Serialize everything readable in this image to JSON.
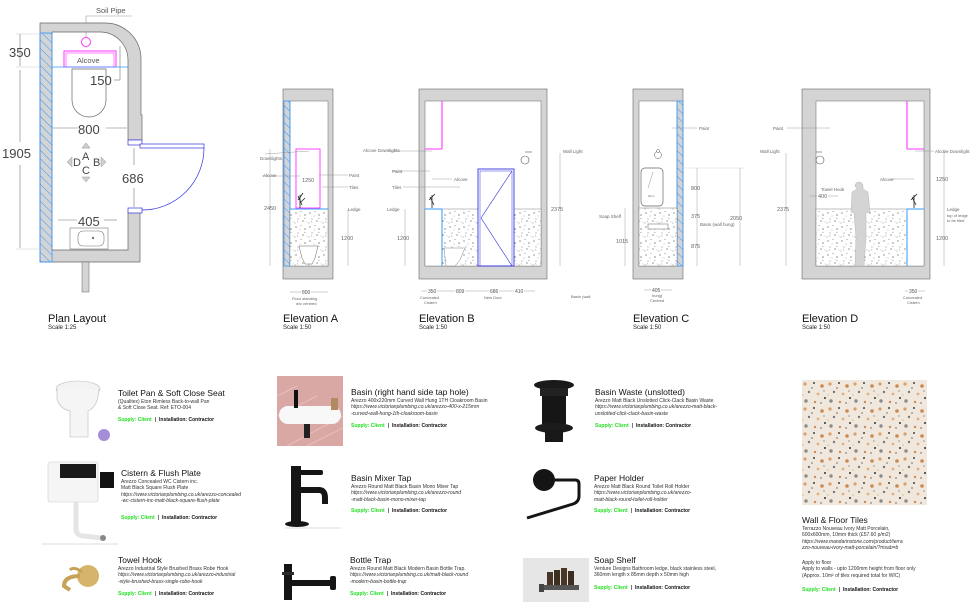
{
  "drawings": {
    "plan": {
      "title": "Plan Layout",
      "scale": "Scale 1:25",
      "labels": {
        "soil_pipe": "Soil Pipe",
        "alcove": "Alcove",
        "dim_350": "350",
        "dim_150": "150",
        "dim_800": "800",
        "dim_1905": "1905",
        "dim_686": "686",
        "dim_405": "405",
        "view_a": "A",
        "view_b": "B",
        "view_c": "C",
        "view_d": "D"
      }
    },
    "elevation_a": {
      "title": "Elevation A",
      "scale": "Scale 1:50",
      "labels": {
        "downlights": "Downlights",
        "alcove": "Alcove",
        "paint": "Paint",
        "tiles": "Tiles",
        "ledge": "Ledge",
        "dim_2450": "2450",
        "dim_1250": "1250",
        "dim_1200": "1200",
        "dim_800": "800",
        "note_1": "Floor standing",
        "note_2": "w/c centred"
      }
    },
    "elevation_b": {
      "title": "Elevation B",
      "scale": "Scale 1:50",
      "labels": {
        "alcove_downlights": "Alcove Downlights",
        "paint": "Paint",
        "alcove": "Alcove",
        "tiles": "Tiles",
        "ledge": "Ledge",
        "wall_light": "Wall Light",
        "dim_1200": "1200",
        "dim_2375": "2375",
        "dim_350": "350",
        "dim_809": "809",
        "dim_686": "686",
        "dim_410": "410",
        "concealed_1": "Concealed",
        "concealed_2": "Cistern",
        "new_door": "New Door",
        "basin_wall": "Basin (wall"
      }
    },
    "elevation_c": {
      "title": "Elevation C",
      "scale": "Scale 1:50",
      "labels": {
        "paint": "Paint",
        "mirror": "Mirror",
        "soap_shelf": "Soap Shelf",
        "basin_wall_hung": "Basin (wall hung)",
        "dim_800": "800",
        "dim_375": "375",
        "dim_875": "875",
        "dim_1015": "1015",
        "dim_2050": "2050",
        "dim_405": "405",
        "note_1": "hung)",
        "note_2": "Centred"
      }
    },
    "elevation_d": {
      "title": "Elevation D",
      "scale": "Scale 1:50",
      "labels": {
        "paint": "Paint",
        "wall_light": "Wall Light",
        "towel_hook": "Towel Hook",
        "dim_400": "400",
        "dim_2375": "2375",
        "alcove": "Alcove",
        "alcove_downlight": "Alcove Downlight",
        "dim_1250": "1250",
        "ledge": "Ledge",
        "ledge_note_1": "top of ledge",
        "ledge_note_2": "to be tiled",
        "dim_1200": "1200",
        "dim_350": "350",
        "concealed_1": "Concealed",
        "concealed_2": "Cistern"
      }
    }
  },
  "products": [
    {
      "name": "Toilet Pan & Soft Close Seat",
      "lines": [
        "(Qualitex) Eton Rimless Back-to-wall Pan",
        "& Soft Close Seat. Ref: ETO-004"
      ],
      "url_lines": [],
      "supply": "Supply: Client",
      "installation": "Installation: Contractor"
    },
    {
      "name": "Basin (right hand side tap hole)",
      "lines": [
        "Arezzo 400x220mm Curved Wall Hung 1TH Cloakroom Basin"
      ],
      "url_lines": [
        "https://www.victorianplumbing.co.uk/arezzo-400-x-215mm",
        "-curved-wall-hung-1th-cloakroom-basin"
      ],
      "supply": "Supply: Client",
      "installation": "Installation: Contractor"
    },
    {
      "name": "Basin Waste (unslotted)",
      "lines": [
        "Arezzo Matt Black Unslotted Click-Clack Basin Waste"
      ],
      "url_lines": [
        "https://www.victorianplumbing.co.uk/arezzo-matt-black-",
        "unslotted-click-clack-basin-waste"
      ],
      "supply": "Supply: Client",
      "installation": "Installation: Contractor"
    },
    {
      "name": "Cistern & Flush Plate",
      "lines": [
        "Arezzo Concealed WC Cistern inc.",
        "Matt Black Square Flush Plate"
      ],
      "url_lines": [
        "https://www.victorianplumbing.co.uk/arezzo-concealed",
        "-wc-cistern-inc-matt-black-square-flush-plate"
      ],
      "supply": "Supply: Client",
      "installation": "Installation: Contractor"
    },
    {
      "name": "Basin Mixer Tap",
      "lines": [
        "Arezzo Round Matt Black Basin Mono Mixer Tap"
      ],
      "url_lines": [
        "https://www.victorianplumbing.co.uk/arezzo-round",
        "-matt-black-basin-mono-mixer-tap"
      ],
      "supply": "Supply: Client",
      "installation": "Installation: Contractor"
    },
    {
      "name": "Paper Holder",
      "lines": [
        "Arezzo Matt Black Round Toilet Roll Holder"
      ],
      "url_lines": [
        "https://www.victorianplumbing.co.uk/arezzo-",
        "matt-black-round-toilet-roll-holder"
      ],
      "supply": "Supply: Client",
      "installation": "Installation: Contractor"
    },
    {
      "name": "Towel Hook",
      "lines": [
        "Arezzo Industrial Style Brushed Brass Robe Hook"
      ],
      "url_lines": [
        "https://www.victorianplumbing.co.uk/arezzo-industrial",
        "-style-brushed-brass-single-robe-hook"
      ],
      "supply": "Supply: Client",
      "installation": "Installation: Contractor"
    },
    {
      "name": "Bottle Trap",
      "lines": [
        "Arezzo Round Matt Black Modern Basin Bottle Trap."
      ],
      "url_lines": [
        "https://www.victorianplumbing.co.uk/matt-black-round",
        "-modern-basin-bottle-trap"
      ],
      "supply": "Supply: Client",
      "installation": "Installation: Contractor"
    },
    {
      "name": "Soap Shelf",
      "lines": [
        "Venture Designs Bathroom ledge, black stainless steel,",
        "360mm length x 85mm depth x 50mm high"
      ],
      "url_lines": [],
      "supply": "Supply: Client",
      "installation": "Installation: Contractor"
    },
    {
      "name": "Wall & Floor Tiles",
      "lines": [
        "Terrazzo Nouveau Ivory Matt Porcelain,",
        "600x600mm, 10mm thick (£57.60 p/m2)"
      ],
      "url_lines": [
        "https://www.mandarinstone.com/product/terra",
        "zzo-nouveau-ivory-matt-porcelain/?msab=b"
      ],
      "notes": [
        "Apply to floor",
        "Apply to walls -  upto 1200mm height from floor only",
        "(Approx. 10m² of tiles required total for WIC)"
      ],
      "supply": "Supply: Client",
      "installation": "Installation: Contractor"
    }
  ],
  "colors": {
    "wall_grey": "#d4d4d4",
    "wall_stroke": "#666666",
    "hatch_blue": "#3399ff",
    "alcove_magenta": "#ff33ff",
    "door_blue": "#3333dd",
    "supply_green": "#22dd22"
  }
}
